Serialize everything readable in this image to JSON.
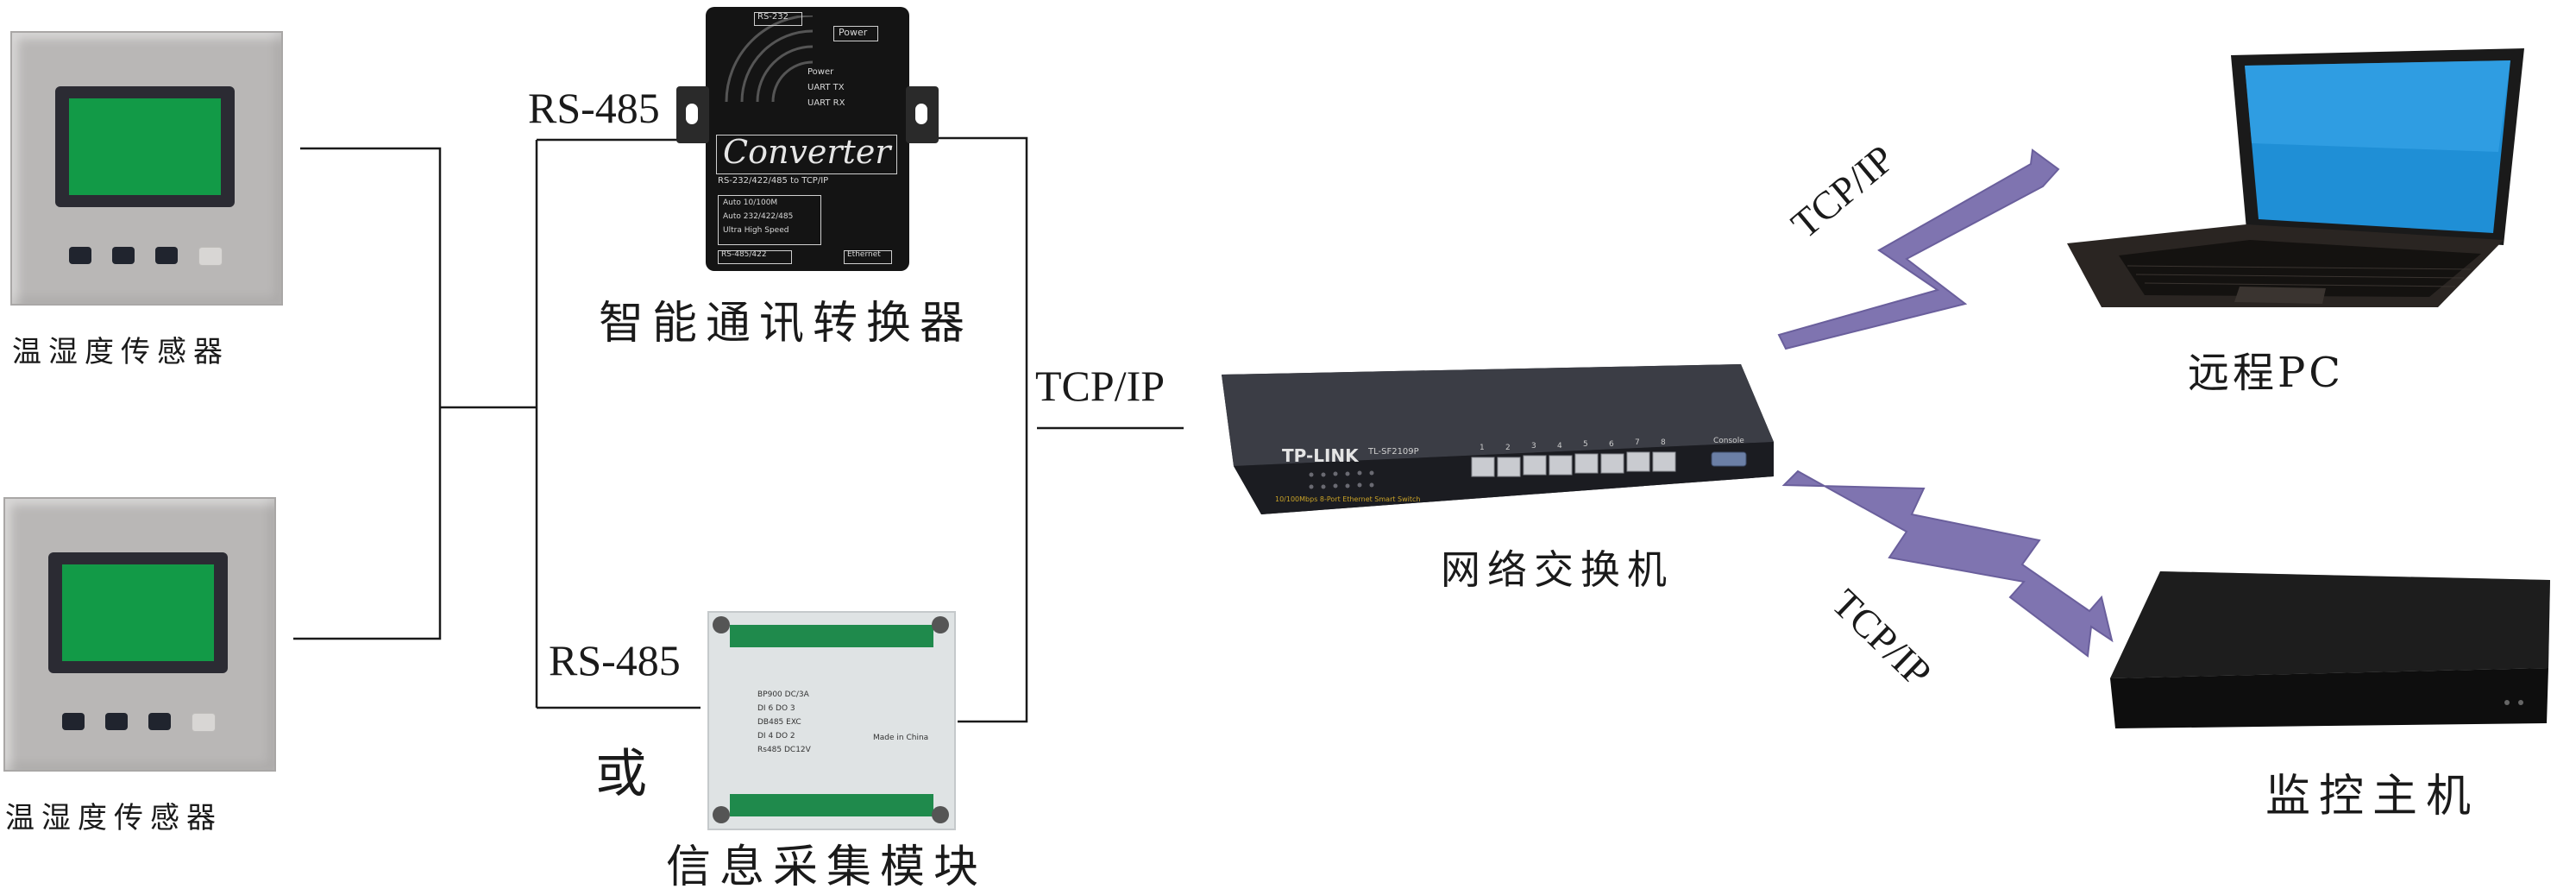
{
  "labels": {
    "sensor_top": "温湿度传感器",
    "sensor_bottom": "温湿度传感器",
    "rs485_top": "RS-485",
    "rs485_bottom": "RS-485",
    "or": "或",
    "converter_name": "智能通讯转换器",
    "module_name": "信息采集模块",
    "tcpip_left": "TCP/IP",
    "switch_name": "网络交换机",
    "tcpip_upper": "TCP/IP",
    "tcpip_lower": "TCP/IP",
    "remote_pc": "远程PC",
    "monitor_host": "监控主机"
  },
  "converter_device": {
    "tag_rs": "RS-232",
    "tag_power": "Power",
    "led_power": "Power",
    "led_tx": "UART TX",
    "led_rx": "UART RX",
    "brand": "Converter",
    "subtitle": "RS-232/422/485 to TCP/IP",
    "features": [
      "Auto 10/100M",
      "Auto 232/422/485",
      "Ultra High Speed"
    ],
    "port_left": "RS-485/422",
    "port_right": "Ethernet"
  },
  "module_device": {
    "lines": [
      "BP900 DC/3A",
      "DI 6 DO 3",
      "DB485 EXC",
      "DI 4 DO 2",
      "Rs485 DC12V"
    ],
    "made_in": "Made in China"
  },
  "switch_device": {
    "brand": "TP-LINK",
    "model": "TL-SF2109P",
    "ports": [
      "1",
      "2",
      "3",
      "4",
      "5",
      "6",
      "7",
      "8"
    ],
    "console": "Console",
    "tagline": "10/100Mbps 8-Port Ethernet Smart Switch"
  },
  "colors": {
    "line": "#1a1a1a",
    "bolt": "#7f74b0",
    "screen_green": "#129a47"
  }
}
